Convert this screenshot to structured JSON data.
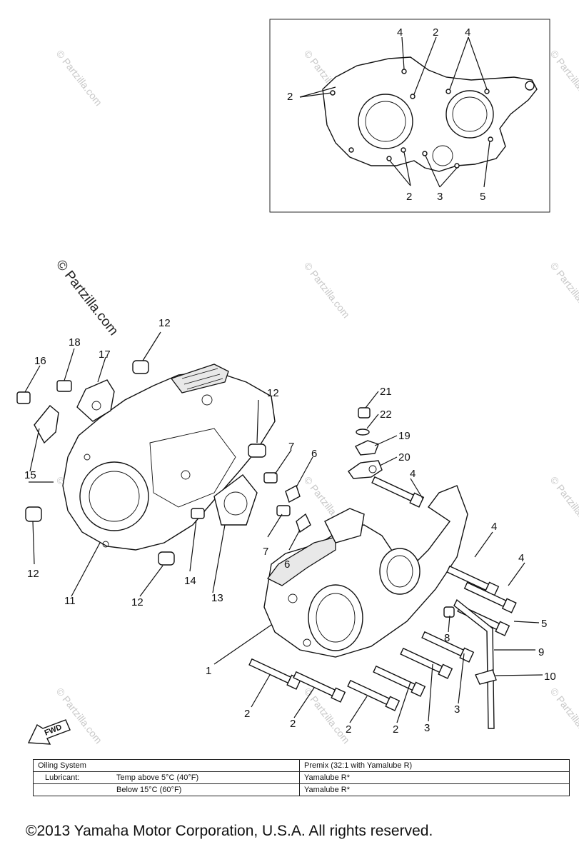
{
  "watermark": {
    "main": "© Partzilla.com",
    "faint": "© Partzilla.com"
  },
  "inset": {
    "callouts": [
      "4",
      "2",
      "4",
      "2",
      "2",
      "3",
      "5"
    ]
  },
  "callouts": {
    "c1": "1",
    "c2a": "2",
    "c2b": "2",
    "c2c": "2",
    "c2d": "2",
    "c3a": "3",
    "c3b": "3",
    "c4a": "4",
    "c4b": "4",
    "c4c": "4",
    "c5": "5",
    "c6a": "6",
    "c6b": "6",
    "c7a": "7",
    "c7b": "7",
    "c8": "8",
    "c9": "9",
    "c10": "10",
    "c11": "11",
    "c12a": "12",
    "c12b": "12",
    "c12c": "12",
    "c12d": "12",
    "c13": "13",
    "c14": "14",
    "c15": "15",
    "c16": "16",
    "c17": "17",
    "c18": "18",
    "c19": "19",
    "c20": "20",
    "c21": "21",
    "c22": "22"
  },
  "fwd_label": "FWD",
  "spec_table": {
    "rows": [
      {
        "label": "Oiling System",
        "sublabel": "",
        "value": "Premix (32:1 with Yamalube R)"
      },
      {
        "label": "Lubricant:",
        "sublabel": "Temp above 5°C (40°F)",
        "value": "Yamalube R*"
      },
      {
        "label": "",
        "sublabel": "Below 15°C (60°F)",
        "value": "Yamalube R*"
      }
    ]
  },
  "copyright": "©2013 Yamaha Motor Corporation, U.S.A. All rights reserved."
}
